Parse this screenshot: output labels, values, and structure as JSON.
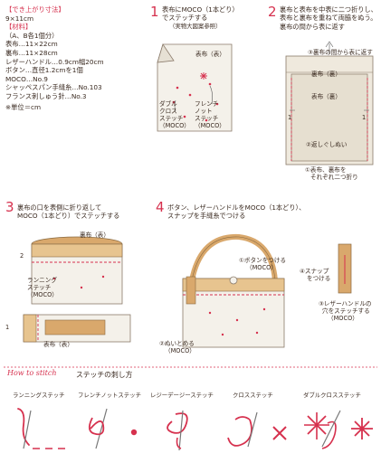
{
  "materials": {
    "size_heading": "【でき上がり寸法】",
    "size_value": "9×11cm",
    "materials_heading": "【材料】",
    "lines": [
      "（A、B各1個分）",
      "表布…11×22cm",
      "裏布…11×28cm",
      "レザーハンドル…0.9cm幅20cm",
      "ボタン…直径1.2cmを1個",
      "MOCO…No.9",
      "シャッペスパン手縫糸…No.103",
      "フランス刺しゅう針…No.3"
    ],
    "note": "※単位＝cm"
  },
  "step1": {
    "number": "1",
    "lines": [
      "表布にMOCO（1本どり）",
      "でステッチする"
    ],
    "subnote": "（実物大図案参照）",
    "fabric_label": "表布（表）",
    "label_left": [
      "ダブル",
      "クロス",
      "ステッチ",
      "（MOCO）"
    ],
    "label_right": [
      "フレンチ",
      "ノット",
      "ステッチ",
      "（MOCO）"
    ]
  },
  "step2": {
    "number": "2",
    "lines": [
      "裏布と表布を中表に二つ折りし、",
      "表布と裏布を重ねて両脇をぬう。",
      "裏布の間から表に返す"
    ],
    "label_top": "③裏布の間から表に返す",
    "ura": "裏布（裏）",
    "omote": "表布（裏）",
    "mark": "1",
    "kaeshi": "②返しぐしぬい",
    "label_bottom": [
      "①表布、裏布を",
      "それぞれ二つ折り"
    ]
  },
  "step3": {
    "number": "3",
    "lines": [
      "裏布の口を表側に折り返して",
      "MOCO（1本どり）でステッチする"
    ],
    "ura_omote": "裏布（表）",
    "running": [
      "ランニング",
      "ステッチ",
      "（MOCO）"
    ],
    "mark_top": "2",
    "mark_bottom": "1",
    "omote": "表布（表）"
  },
  "step4": {
    "number": "4",
    "lines": [
      "ボタン、レザーハンドルをMOCO（1本どり）、",
      "スナップを手縫糸でつける"
    ],
    "button": [
      "①ボタンをつける",
      "（MOCO）"
    ],
    "snap": [
      "④スナップ",
      "をつける"
    ],
    "handle": [
      "③レザーハンドルの",
      "穴をステッチする",
      "（MOCO）"
    ],
    "nuidome": [
      "②ぬいとめる",
      "（MOCO）"
    ]
  },
  "howto": {
    "title_en": "How to stitch",
    "title_jp": "ステッチの刺し方",
    "stitches": [
      "ランニングステッチ",
      "フレンチノットステッチ",
      "レジーデージーステッチ",
      "クロスステッチ",
      "ダブルクロスステッチ"
    ]
  },
  "colors": {
    "accent": "#d6314e",
    "leather": "#d9a86c",
    "fabric": "#f4f1ea"
  }
}
